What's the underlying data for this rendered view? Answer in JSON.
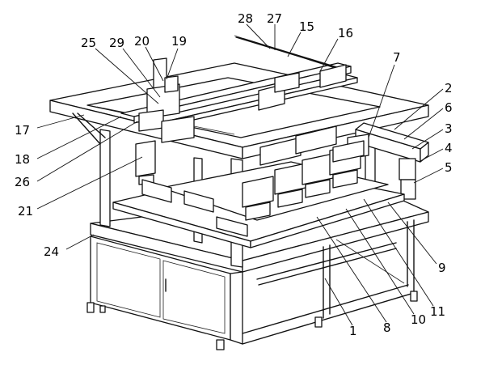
{
  "labels": [
    {
      "id": "28",
      "text": "28"
    },
    {
      "id": "27",
      "text": "27"
    },
    {
      "id": "15",
      "text": "15"
    },
    {
      "id": "16",
      "text": "16"
    },
    {
      "id": "25",
      "text": "25"
    },
    {
      "id": "29",
      "text": "29"
    },
    {
      "id": "20",
      "text": "20"
    },
    {
      "id": "19",
      "text": "19"
    },
    {
      "id": "7",
      "text": "7"
    },
    {
      "id": "2",
      "text": "2"
    },
    {
      "id": "6",
      "text": "6"
    },
    {
      "id": "3",
      "text": "3"
    },
    {
      "id": "4",
      "text": "4"
    },
    {
      "id": "5",
      "text": "5"
    },
    {
      "id": "17",
      "text": "17"
    },
    {
      "id": "18",
      "text": "18"
    },
    {
      "id": "26",
      "text": "26"
    },
    {
      "id": "21",
      "text": "21"
    },
    {
      "id": "24",
      "text": "24"
    },
    {
      "id": "9",
      "text": "9"
    },
    {
      "id": "11",
      "text": "11"
    },
    {
      "id": "10",
      "text": "10"
    },
    {
      "id": "8",
      "text": "8"
    },
    {
      "id": "1",
      "text": "1"
    }
  ]
}
